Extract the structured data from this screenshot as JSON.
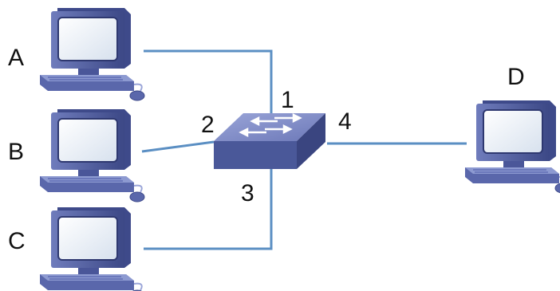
{
  "hosts": {
    "a": {
      "label": "A"
    },
    "b": {
      "label": "B"
    },
    "c": {
      "label": "C"
    },
    "d": {
      "label": "D"
    }
  },
  "switch_ports": {
    "p1": "1",
    "p2": "2",
    "p3": "3",
    "p4": "4"
  },
  "colors": {
    "cable": "#5b8fc3",
    "device_body": "#4a5899",
    "device_light": "#8d9ad1",
    "screen": "#e8eef6"
  }
}
